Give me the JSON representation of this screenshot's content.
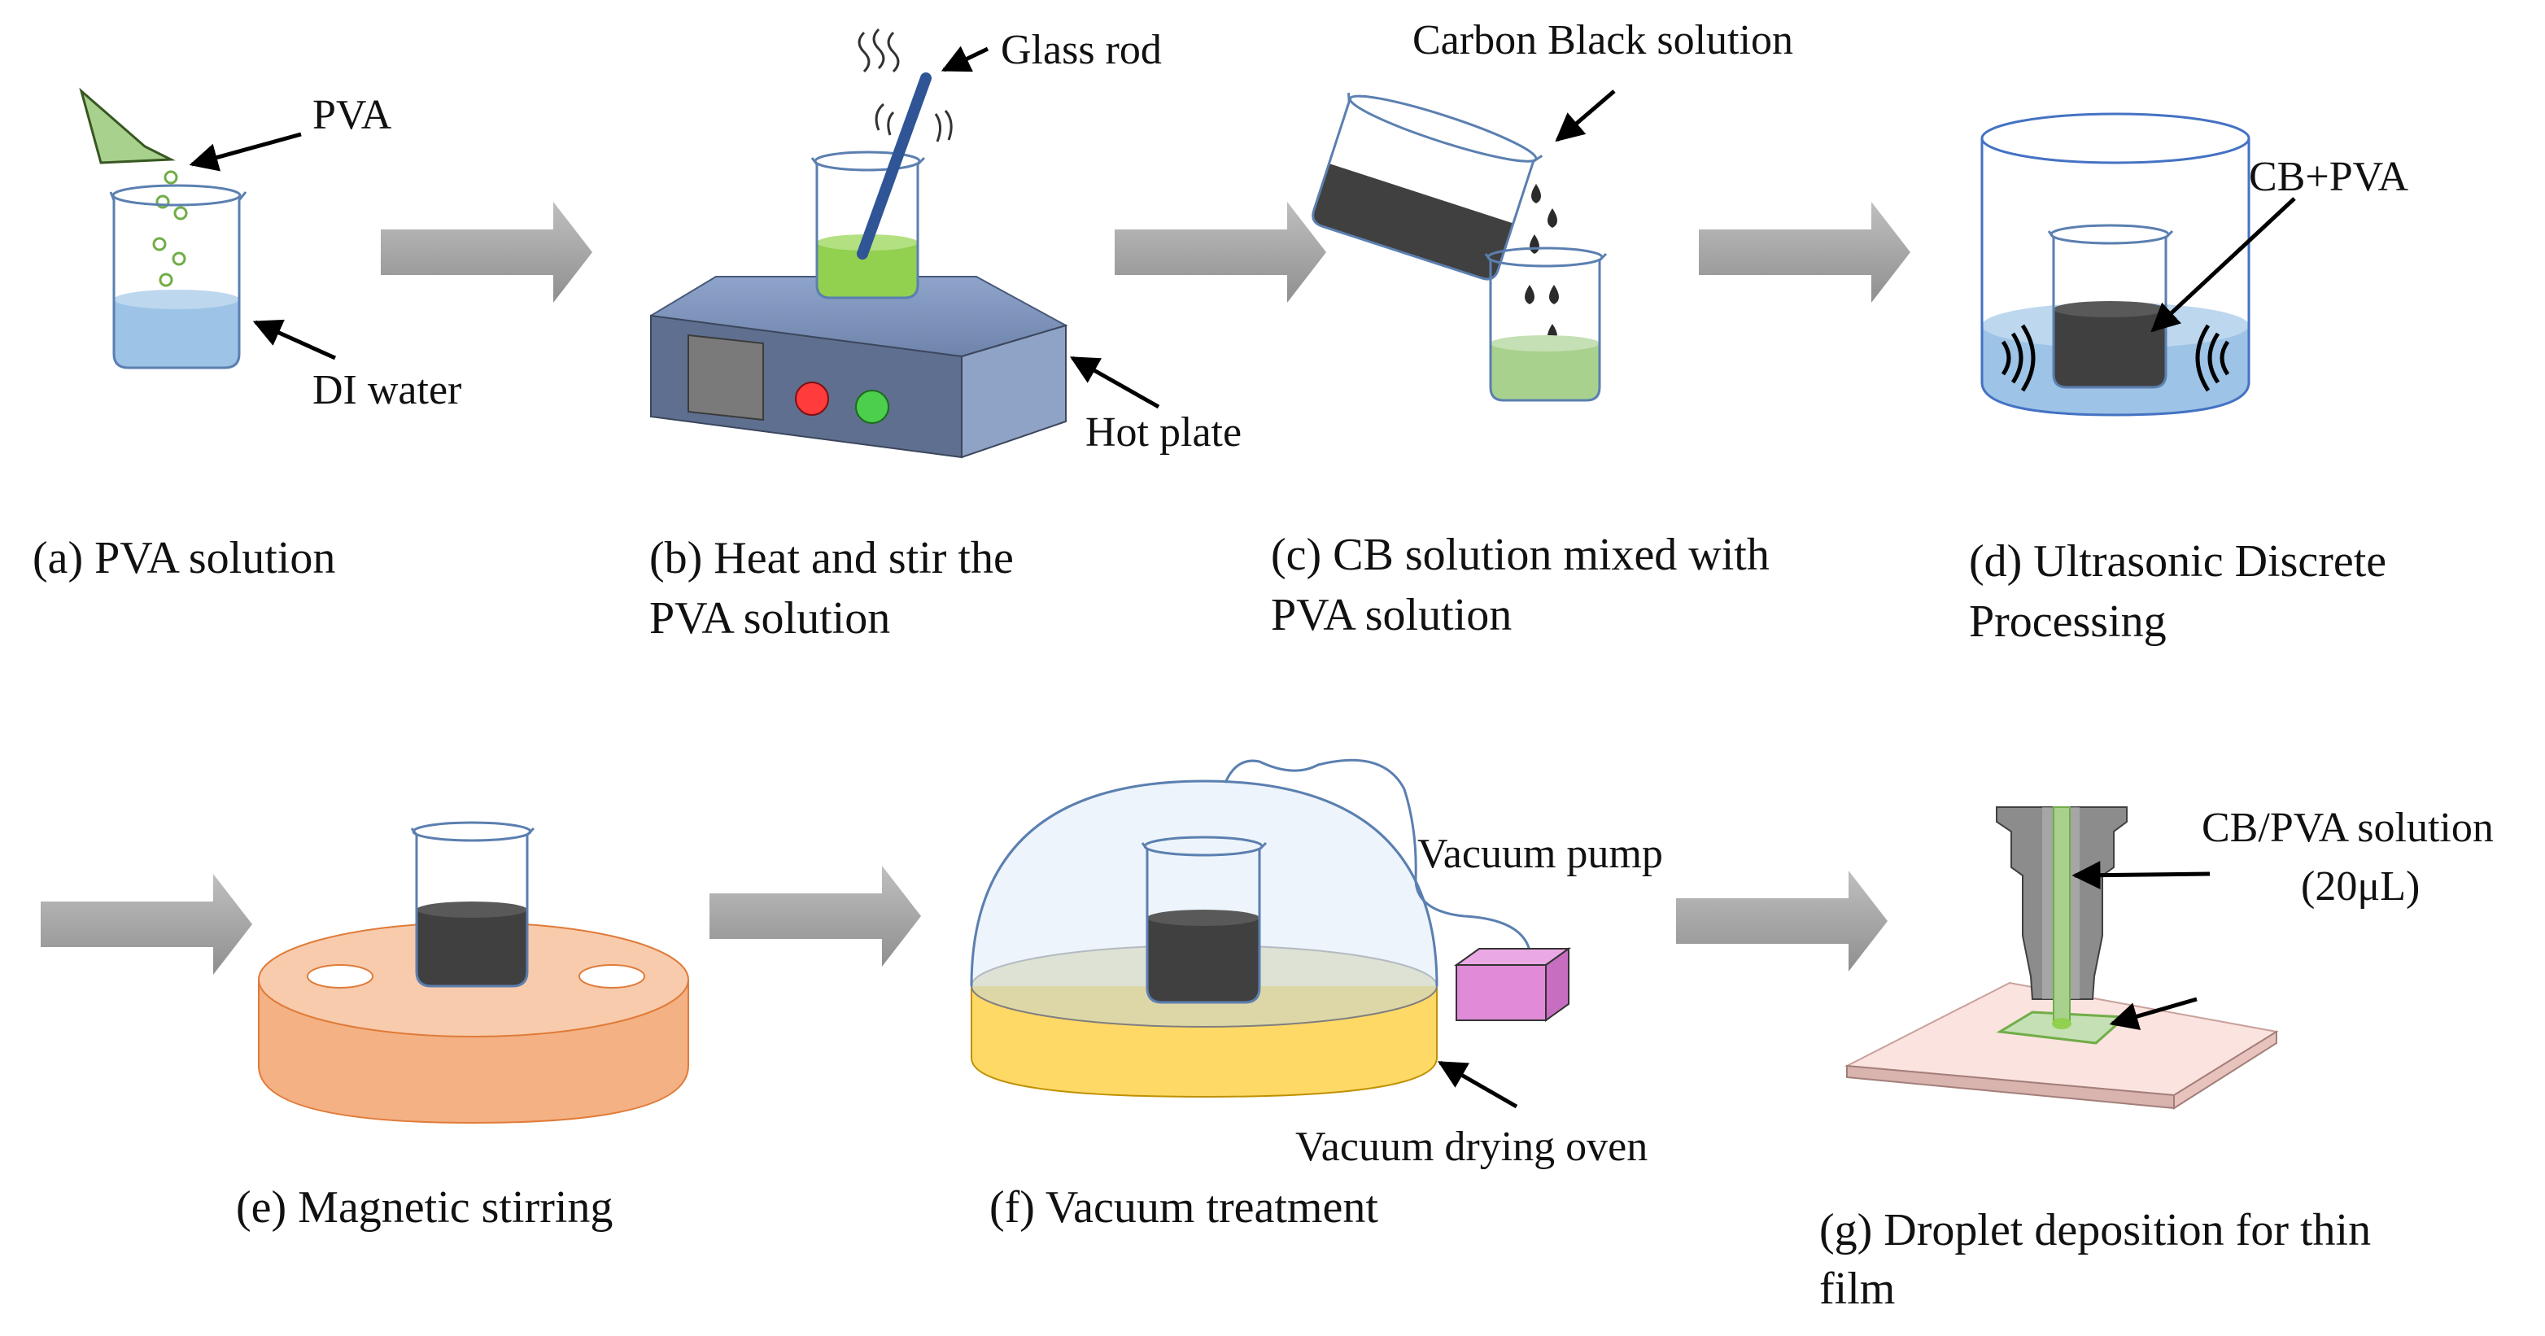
{
  "labels": {
    "pva": "PVA",
    "di_water": "DI water",
    "glass_rod": "Glass rod",
    "hot_plate": "Hot plate",
    "carbon_black": "Carbon Black solution",
    "cb_pva": "CB+PVA",
    "vacuum_pump": "Vacuum pump",
    "vacuum_drying_oven": "Vacuum drying oven",
    "cb_pva_solution": "CB/PVA solution",
    "volume": "(20μL)"
  },
  "captions": {
    "a": [
      "(a) PVA solution"
    ],
    "b": [
      "(b) Heat and stir the",
      "PVA solution"
    ],
    "c": [
      "(c) CB solution mixed with",
      "PVA solution"
    ],
    "d": [
      "(d) Ultrasonic Discrete",
      "Processing"
    ],
    "e": [
      "(e) Magnetic stirring"
    ],
    "f": [
      "(f) Vacuum treatment"
    ],
    "g": [
      "(g) Droplet deposition for thin",
      "film"
    ]
  },
  "colors": {
    "arrow": "#a6a6a6",
    "water": "#9dc3e6",
    "pva_green": "#92d050",
    "cb_black": "#404040",
    "hot_plate": "#7f93b8",
    "stir_plate": "#f4b183",
    "oven_base": "#ffd966",
    "pump": "#e08ad8",
    "substrate": "#f8d5d2"
  }
}
